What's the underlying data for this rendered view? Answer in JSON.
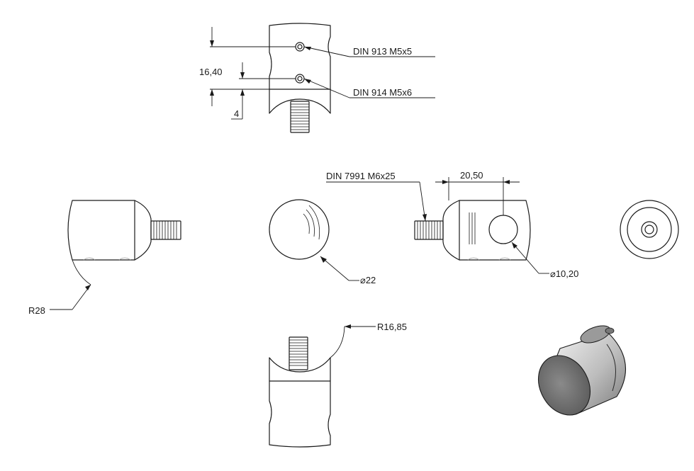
{
  "annotations": {
    "top_screw_upper": "DIN 913 M5x5",
    "top_screw_lower": "DIN 914 M5x6",
    "dim_spacing": "16,40",
    "dim_offset": "4",
    "side_screw": "DIN 7991 M6x25",
    "dim_hole_pos": "20,50",
    "hole_diameter": "⌀10,20",
    "body_diameter": "⌀22",
    "radius_large": "R28",
    "radius_small": "R16,85"
  },
  "colors": {
    "line": "#1a1a1a",
    "hidden_line": "#9a9a9a",
    "iso_face_dark": "#6f6f6f",
    "iso_face_light": "#e6e6e6"
  }
}
